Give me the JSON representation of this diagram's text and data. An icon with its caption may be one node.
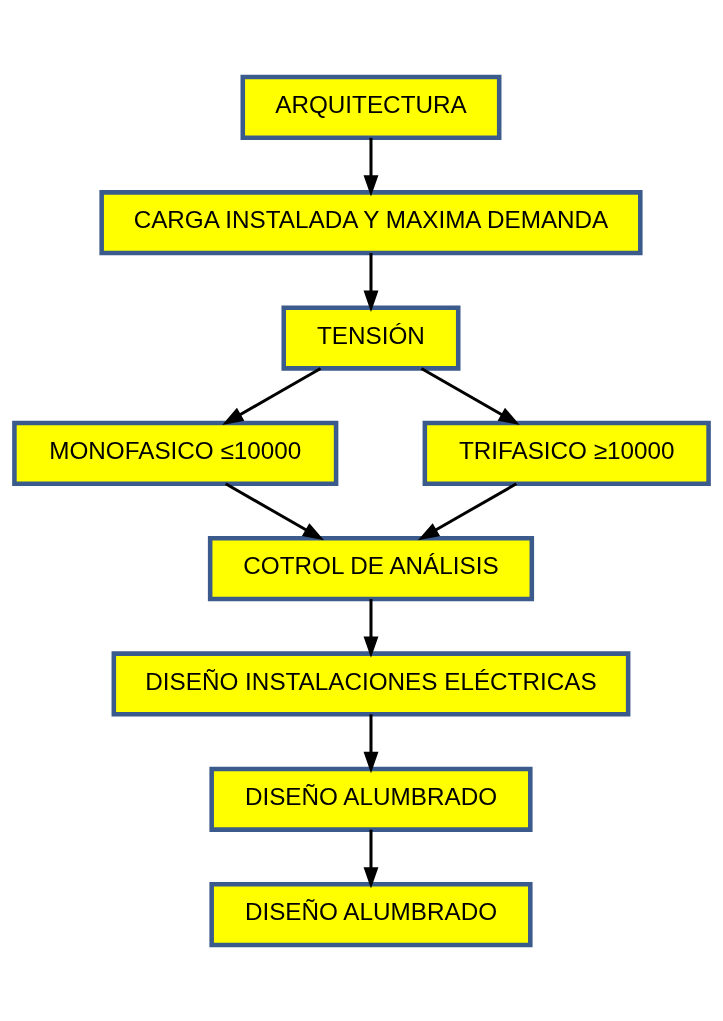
{
  "diagram": {
    "nodes": [
      {
        "text": [
          "ARQUITECTURA"
        ]
      },
      {
        "text": [
          "CARGA INSTALADA Y MAXIMA DEMANDA"
        ]
      },
      {
        "text": [
          "TENSIÓN"
        ]
      },
      {
        "text": [
          "MONOFASICO ≤10000"
        ]
      },
      {
        "text": [
          "TRIFASICO ≥10000"
        ]
      },
      {
        "text": [
          "COTROL DE ANÁLISIS"
        ]
      },
      {
        "text": [
          "DISEÑO INSTALACIONES ELÉCTRICAS"
        ]
      },
      {
        "text": [
          "DISEÑO ALUMBRADO"
        ]
      },
      {
        "text": [
          "DISEÑO ALUMBRADO"
        ]
      }
    ],
    "edges": [
      {
        "from": 0,
        "to": 1,
        "arrow": "to"
      },
      {
        "from": 1,
        "to": 2,
        "arrow": "to"
      },
      {
        "from": 2,
        "to": 3,
        "arrow": "to"
      },
      {
        "from": 2,
        "to": 4,
        "arrow": "to"
      },
      {
        "from": 3,
        "to": 5,
        "arrow": "to"
      },
      {
        "from": 4,
        "to": 5,
        "arrow": "to"
      },
      {
        "from": 5,
        "to": 6,
        "arrow": "to"
      },
      {
        "from": 6,
        "to": 7,
        "arrow": "to"
      },
      {
        "from": 7,
        "to": 8,
        "arrow": "to"
      }
    ]
  }
}
